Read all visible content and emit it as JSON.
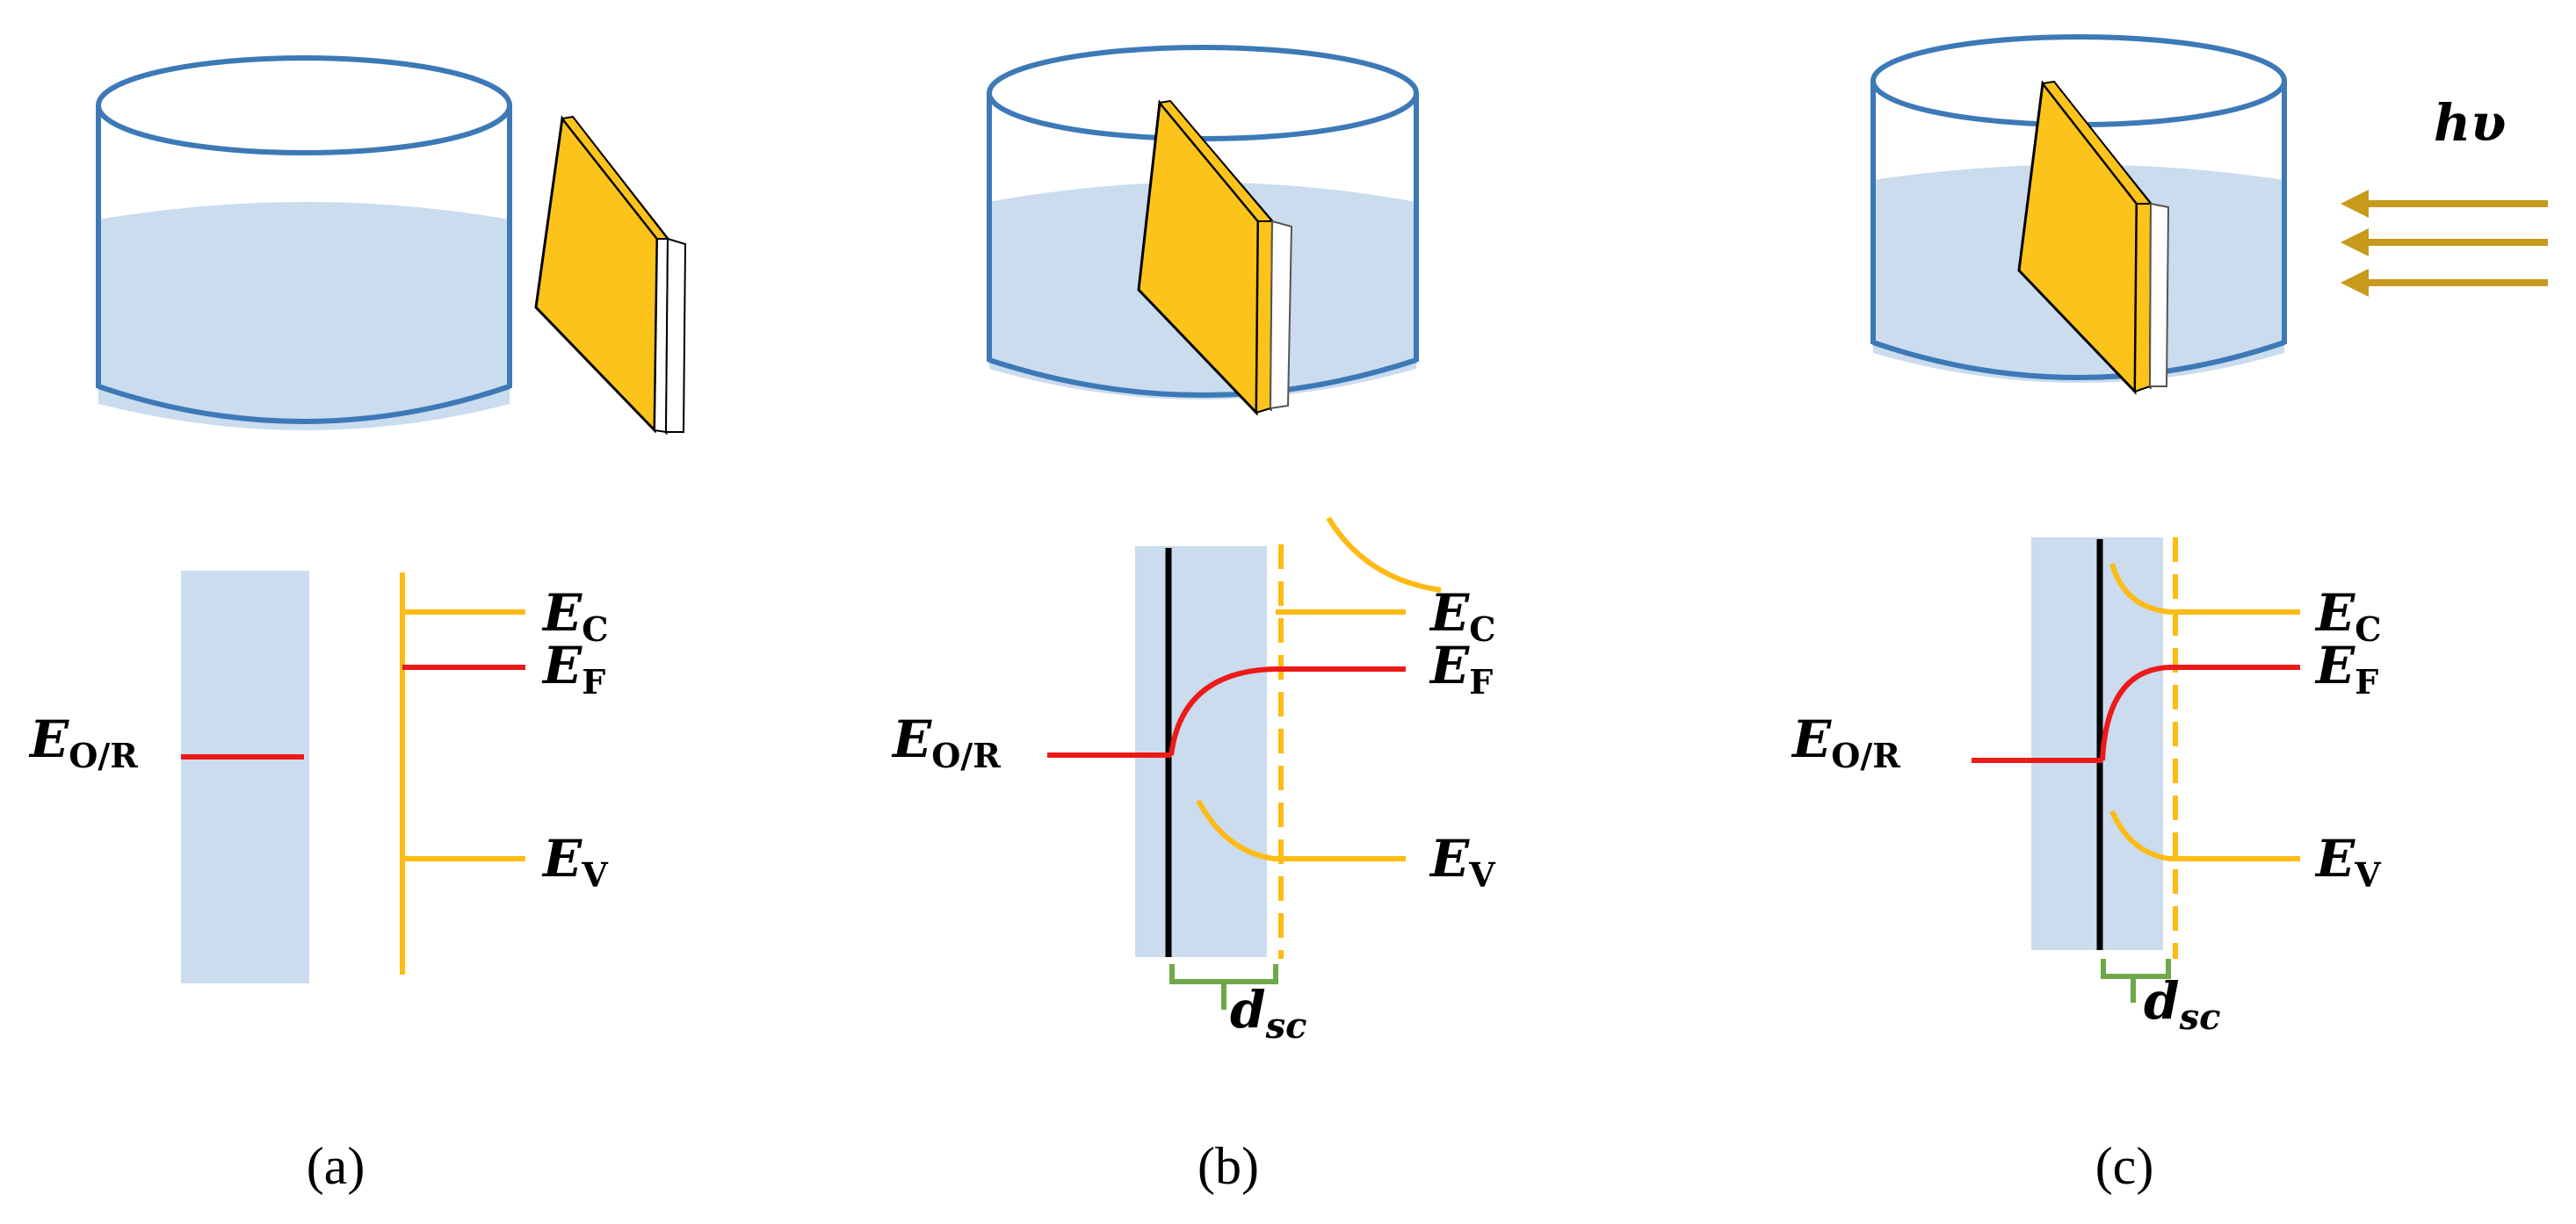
{
  "colors": {
    "electrolyte_fill": "#cadcee",
    "beaker_stroke": "#3d79b6",
    "electrode_face": "#fcc31a",
    "band_edge": "#fdbb14",
    "fermi_level": "#ee1a1a",
    "surface_line": "#000000",
    "depletion_bracket": "#6fa84a",
    "light_arrow": "#c79a1c"
  },
  "icons": [
    "beaker-with-electrolyte",
    "semiconductor-electrode",
    "incident-light-arrows"
  ],
  "panels": [
    {
      "caption": "(a)",
      "energy_labels": {
        "e_sym": "E",
        "c_sub": "C",
        "f_sub": "F",
        "v_sub": "V",
        "or_sub": "O/R"
      }
    },
    {
      "caption": "(b)",
      "energy_labels": {
        "e_sym": "E",
        "c_sub": "C",
        "f_sub": "F",
        "v_sub": "V",
        "or_sub": "O/R"
      },
      "space_charge": {
        "d_sym": "d",
        "d_sub": "sc"
      }
    },
    {
      "caption": "(c)",
      "energy_labels": {
        "e_sym": "E",
        "c_sub": "C",
        "f_sub": "F",
        "v_sub": "V",
        "or_sub": "O/R"
      },
      "space_charge": {
        "d_sym": "d",
        "d_sub": "sc"
      },
      "light_label": "hυ"
    }
  ]
}
